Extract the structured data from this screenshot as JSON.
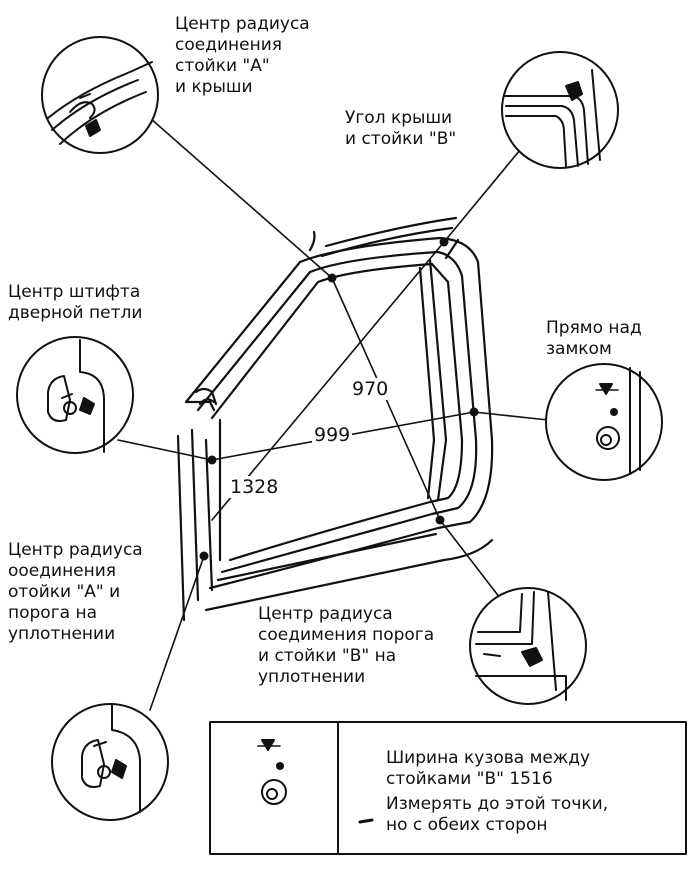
{
  "labels": {
    "a_pillar_roof": "Центр радиуса\nсоединения\nстойки \"А\"\nи крыши",
    "roof_b_pillar": "Угол крыши\nи стойки \"В\"",
    "hinge_pin": "Центр штифта\nдверной петли",
    "above_lock": "Прямо над\nзамком",
    "a_pillar_sill": "Центр радиуса\nооединения\nотойки \"А\" и\nпорога на\nуплотнении",
    "sill_b_pillar": "Центр радиуса\nсоедимения порога\nи стойки \"В\" на\nуплотнении"
  },
  "dimensions": {
    "d970": "970",
    "d999": "999",
    "d1328": "1328"
  },
  "legend": {
    "width_text": "Ширина кузова между\nстойками \"В\" 1516",
    "measure_text": "Измерять до этой точки,\nно с обеих сторон"
  }
}
